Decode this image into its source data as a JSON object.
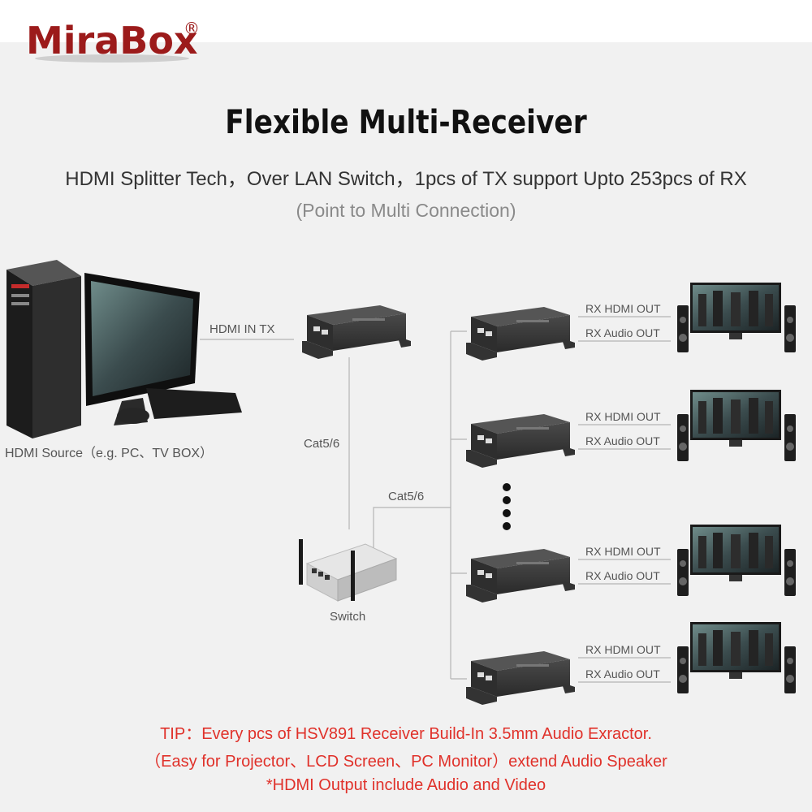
{
  "brand": {
    "name": "MiraBox",
    "registered": "®"
  },
  "header": {
    "title": "Flexible Multi-Receiver",
    "subtitle": "HDMI Splitter Tech，Over LAN Switch，1pcs of TX support Upto 253pcs of RX",
    "subtitle2": "(Point to Multi Connection)"
  },
  "labels": {
    "source": "HDMI Source（e.g. PC、TV BOX）",
    "hdmi_in_tx": "HDMI IN TX",
    "cat_left": "Cat5/6",
    "cat_right": "Cat5/6",
    "switch": "Switch"
  },
  "receivers": [
    {
      "hdmi_out": "RX HDMI OUT",
      "audio_out": "RX Audio OUT"
    },
    {
      "hdmi_out": "RX HDMI OUT",
      "audio_out": "RX Audio OUT"
    },
    {
      "hdmi_out": "RX HDMI OUT",
      "audio_out": "RX Audio OUT"
    },
    {
      "hdmi_out": "RX HDMI OUT",
      "audio_out": "RX Audio OUT"
    }
  ],
  "tips": {
    "line1": "TIP：Every pcs of HSV891 Receiver Build-In 3.5mm Audio Exractor.",
    "line2": "（Easy for Projector、LCD Screen、PC Monitor）extend Audio Speaker",
    "line3": "*HDMI Output include Audio and Video"
  },
  "colors": {
    "brand": "#9c1b1b",
    "tip": "#e0312a",
    "device": "#3a3a3a",
    "line": "#b5b5b5"
  }
}
